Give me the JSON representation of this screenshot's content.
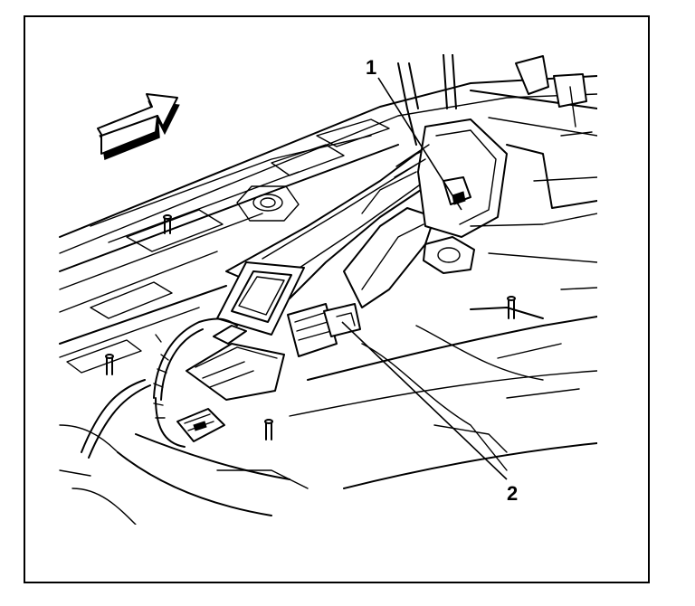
{
  "figure": {
    "callouts": [
      {
        "id": "1",
        "label": "1"
      },
      {
        "id": "2",
        "label": "2"
      }
    ],
    "direction_icon": "forward-arrow-icon",
    "colors": {
      "ink": "#000000",
      "paper": "#ffffff"
    }
  }
}
